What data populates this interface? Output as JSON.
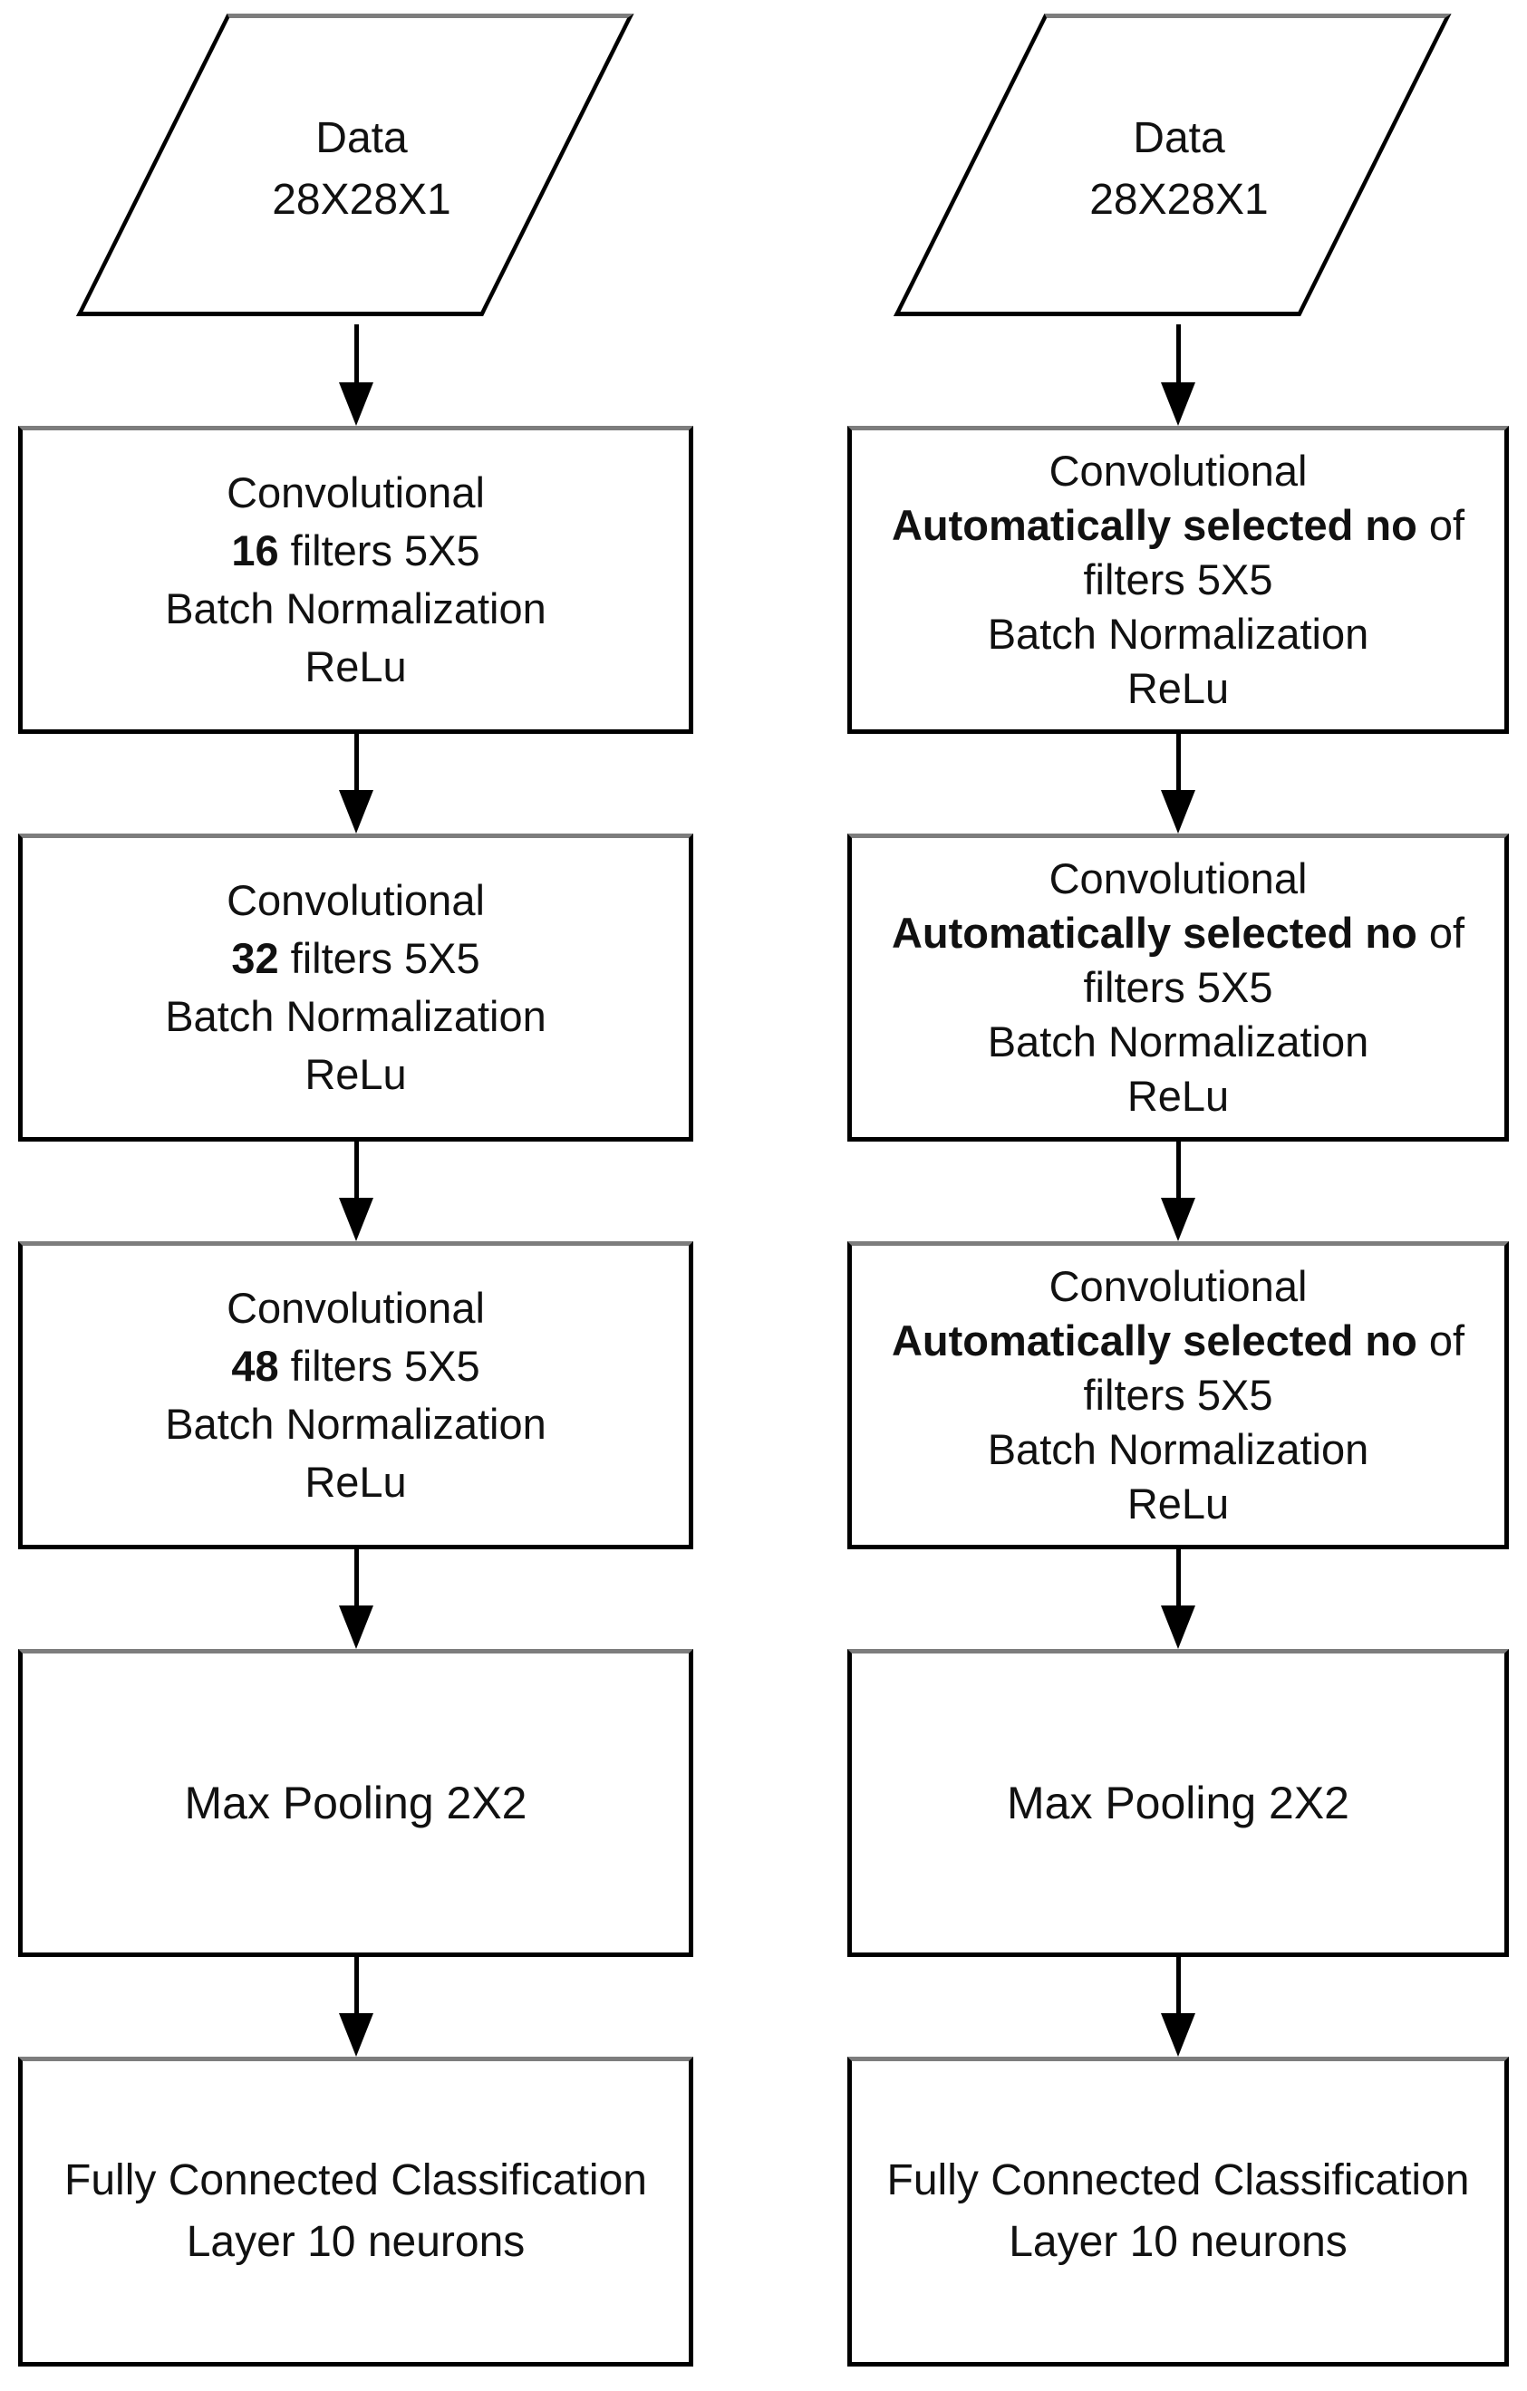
{
  "figure": {
    "colors": {
      "stroke": "#000000",
      "text": "#111111",
      "background": "#ffffff"
    },
    "left_column": {
      "input": {
        "line1": "Data",
        "line2": "28X28X1"
      },
      "conv1": {
        "title": "Convolutional",
        "emph": "16",
        "rest": " filters 5X5",
        "norm": "Batch Normalization",
        "activation": "ReLu"
      },
      "conv2": {
        "title": "Convolutional",
        "emph": "32",
        "rest": " filters 5X5",
        "norm": "Batch Normalization",
        "activation": "ReLu"
      },
      "conv3": {
        "title": "Convolutional",
        "emph": "48",
        "rest": " filters 5X5",
        "norm": "Batch Normalization",
        "activation": "ReLu"
      },
      "pool": {
        "label": "Max Pooling 2X2"
      },
      "fc": {
        "line1": "Fully Connected Classification",
        "line2": "Layer 10 neurons"
      }
    },
    "right_column": {
      "input": {
        "line1": "Data",
        "line2": "28X28X1"
      },
      "conv1": {
        "title": "Convolutional",
        "emph": "Automatically selected no",
        "rest": " of",
        "filters": "filters 5X5",
        "norm": "Batch Normalization",
        "activation": "ReLu"
      },
      "conv2": {
        "title": "Convolutional",
        "emph": "Automatically selected no",
        "rest": " of",
        "filters": "filters 5X5",
        "norm": "Batch Normalization",
        "activation": "ReLu"
      },
      "conv3": {
        "title": "Convolutional",
        "emph": "Automatically selected no",
        "rest": " of",
        "filters": "filters 5X5",
        "norm": "Batch Normalization",
        "activation": "ReLu"
      },
      "pool": {
        "label": "Max Pooling 2X2"
      },
      "fc": {
        "line1": "Fully Connected Classification",
        "line2": "Layer 10 neurons"
      }
    }
  }
}
